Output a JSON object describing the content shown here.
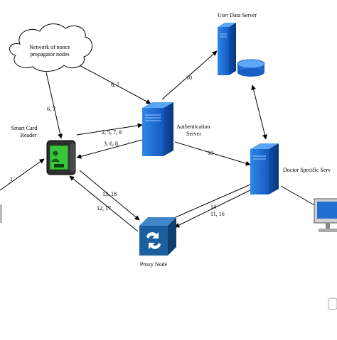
{
  "nodes": {
    "cloud": {
      "line1": "Network of nonce",
      "line2": "propagator nodes"
    },
    "user_data_server": {
      "label": "User Data Server"
    },
    "auth_server": {
      "line1": "Authentication",
      "line2": "Server"
    },
    "smart_card_reader": {
      "line1": "Smart Card",
      "line2": "Reader"
    },
    "doctor_server": {
      "label": "Doctor Specific Serv"
    },
    "proxy_node": {
      "label": "Proxy Node"
    }
  },
  "edges": {
    "cloud_to_auth": "6, 7",
    "cloud_to_reader": "6, 7",
    "auth_to_uds": "10",
    "reader_to_auth": "2, 5, 7, 9",
    "auth_to_reader": "3, 6, 8",
    "auth_to_doctor": "10",
    "user_to_reader": "1",
    "reader_to_proxy": "13, 18",
    "proxy_to_reader": "12, 17",
    "doctor_to_proxy_a": "14",
    "doctor_to_proxy_b": "11, 16"
  },
  "colors": {
    "server_blue": "#1f6fd1",
    "server_dark": "#0d3f8f",
    "proxy_blue": "#1a5f9e",
    "reader_green": "#3cc43c"
  }
}
